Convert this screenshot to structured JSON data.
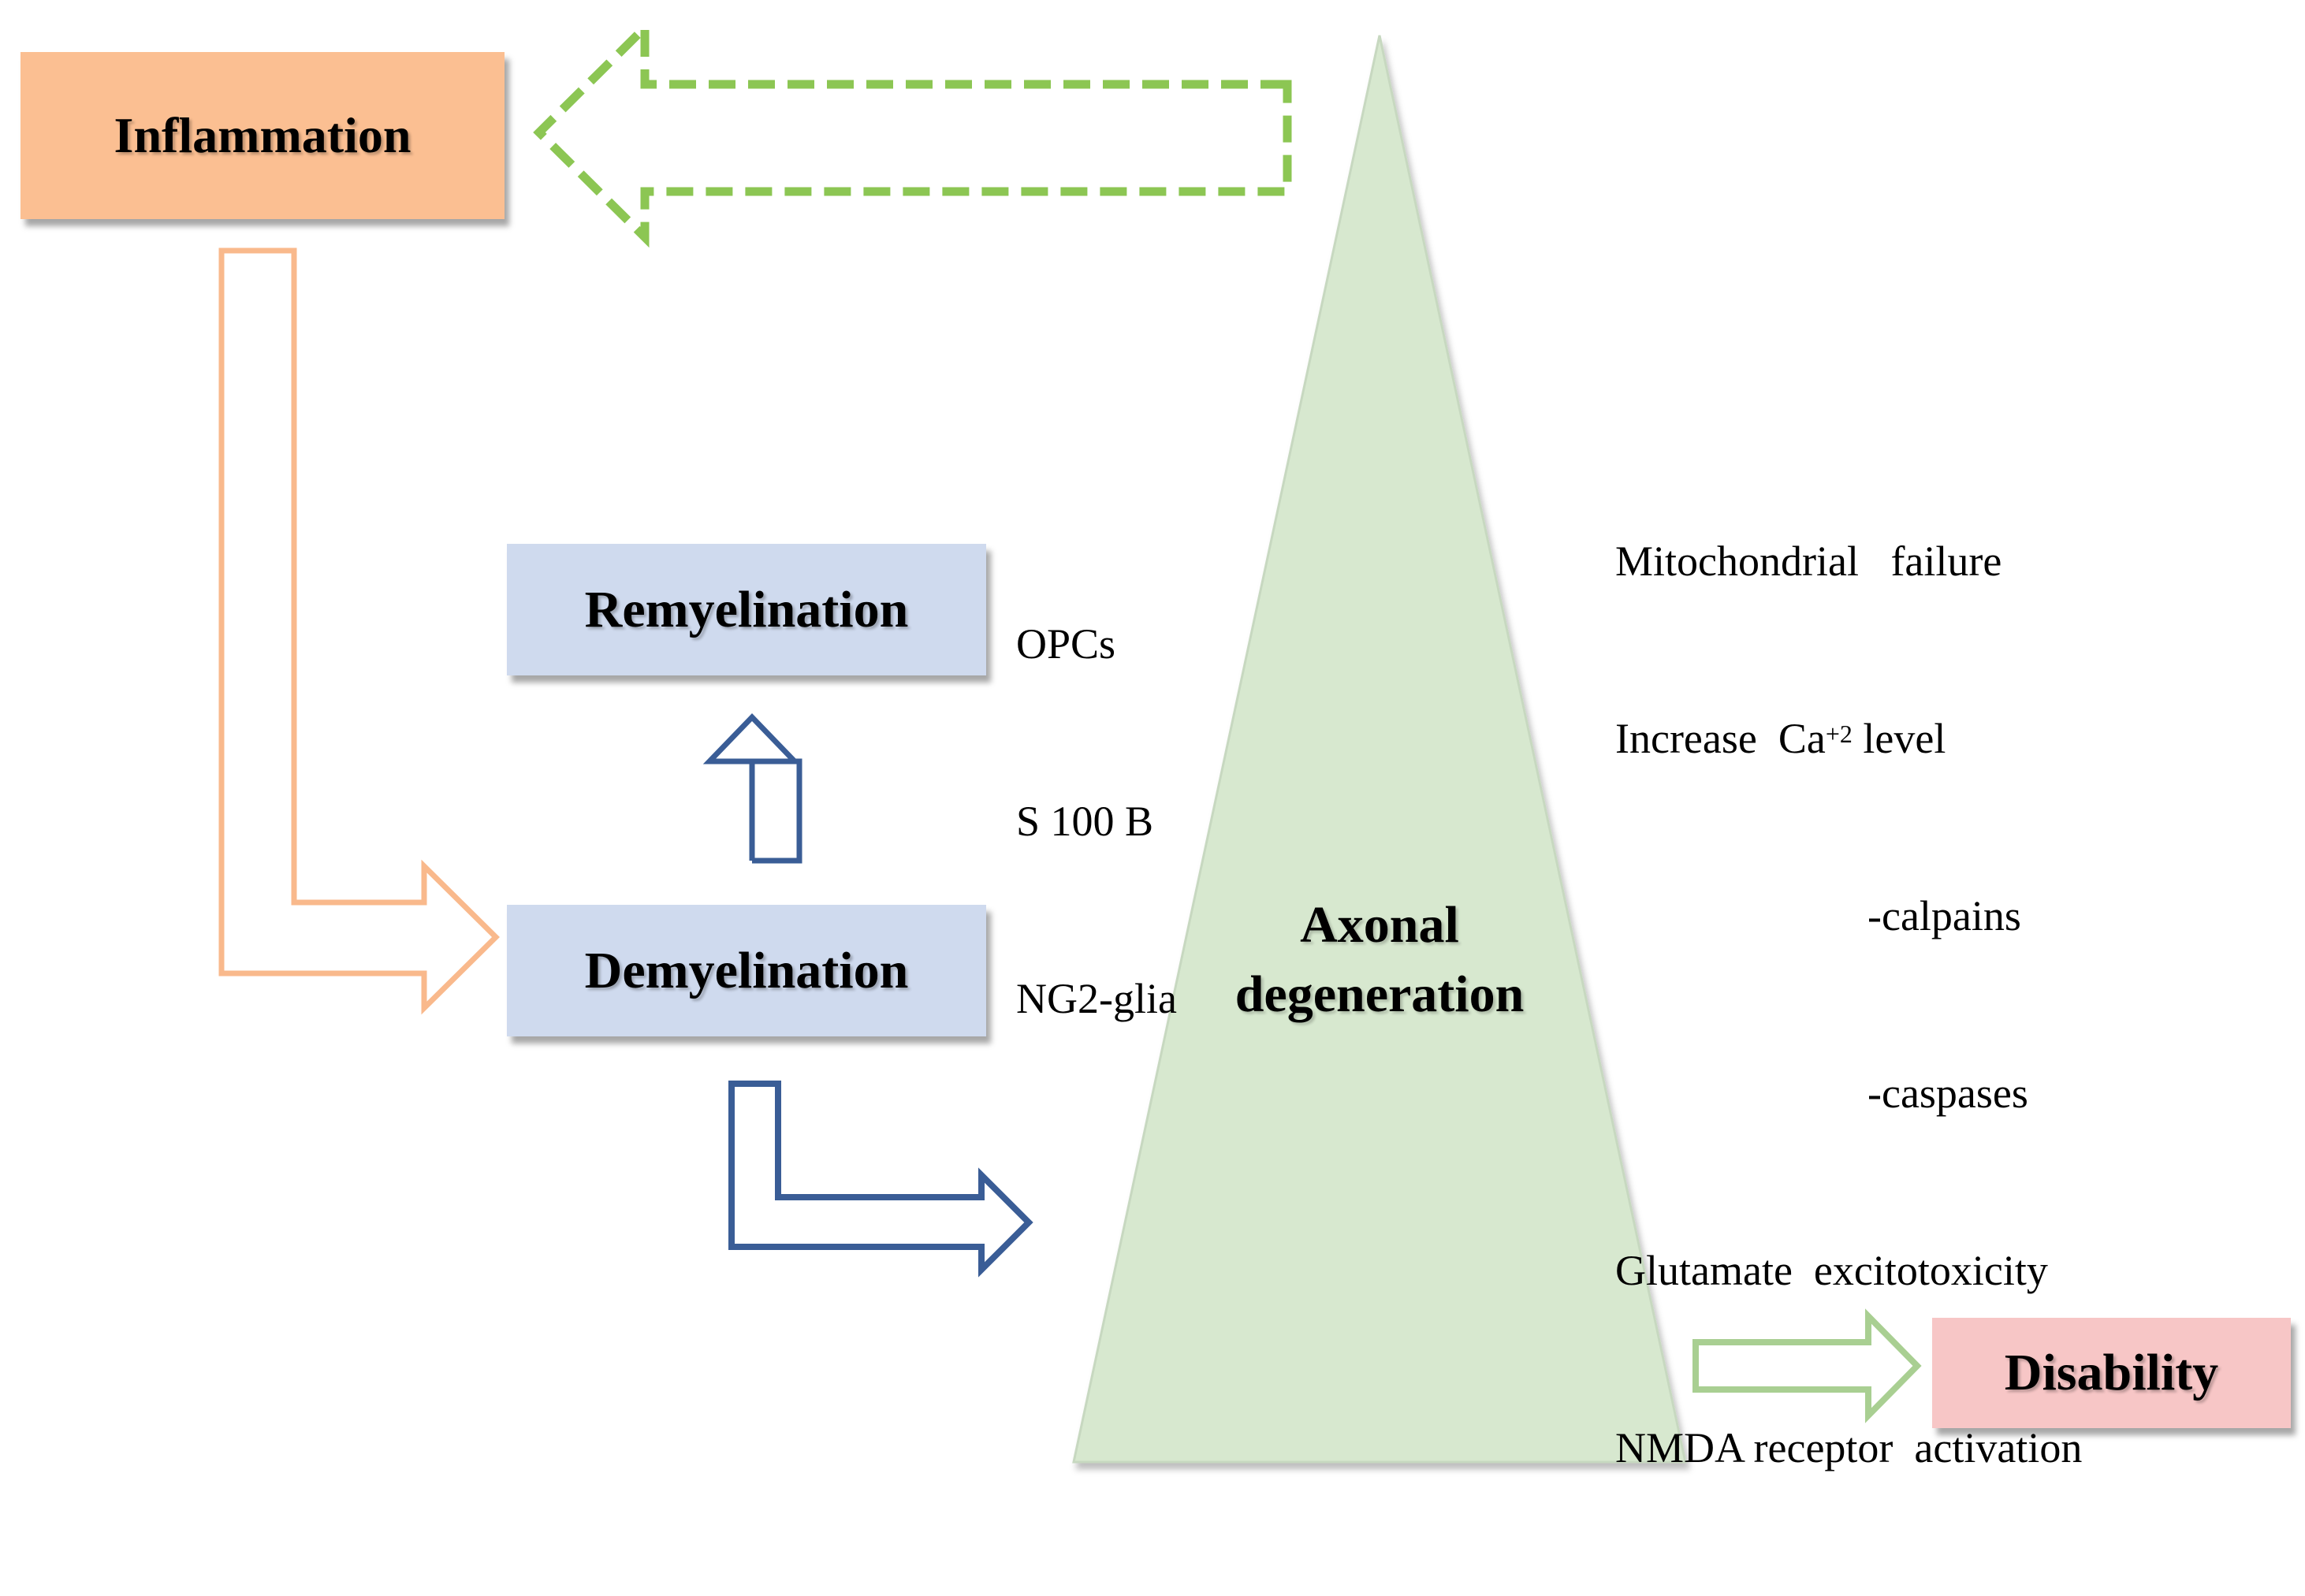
{
  "nodes": {
    "inflammation": {
      "label": "Inflammation",
      "color": "#FBBF92"
    },
    "remyelination": {
      "label": "Remyelination",
      "color": "#CFDAEE"
    },
    "demyelination": {
      "label": "Demyelination",
      "color": "#CFDAEE"
    },
    "axonal_degeneration": {
      "line1": "Axonal",
      "line2": "degeneration",
      "color": "#D7E8CF"
    },
    "disability": {
      "label": "Disability",
      "color": "#F7C6C6"
    }
  },
  "remyelination_factors": [
    "OPCs",
    "S 100 B",
    "NG2-glia"
  ],
  "axonal_mechanisms": {
    "mitochondrial": "Mitochondrial   failure",
    "calcium_prefix": "Increase  Ca",
    "calcium_sup": "+2",
    "calcium_suffix": " level",
    "calpains": "-calpains",
    "caspases": "-caspases",
    "glutamate": "Glutamate  excitotoxicity",
    "nmda": "NMDA receptor  activation"
  },
  "colors": {
    "inflammation_arrow": "#F9B98C",
    "blue_arrow": "#3A5D96",
    "green_dashed_arrow": "#8CC653",
    "disability_arrow": "#A9CF92",
    "triangle_edge": "#C7D8C0"
  }
}
